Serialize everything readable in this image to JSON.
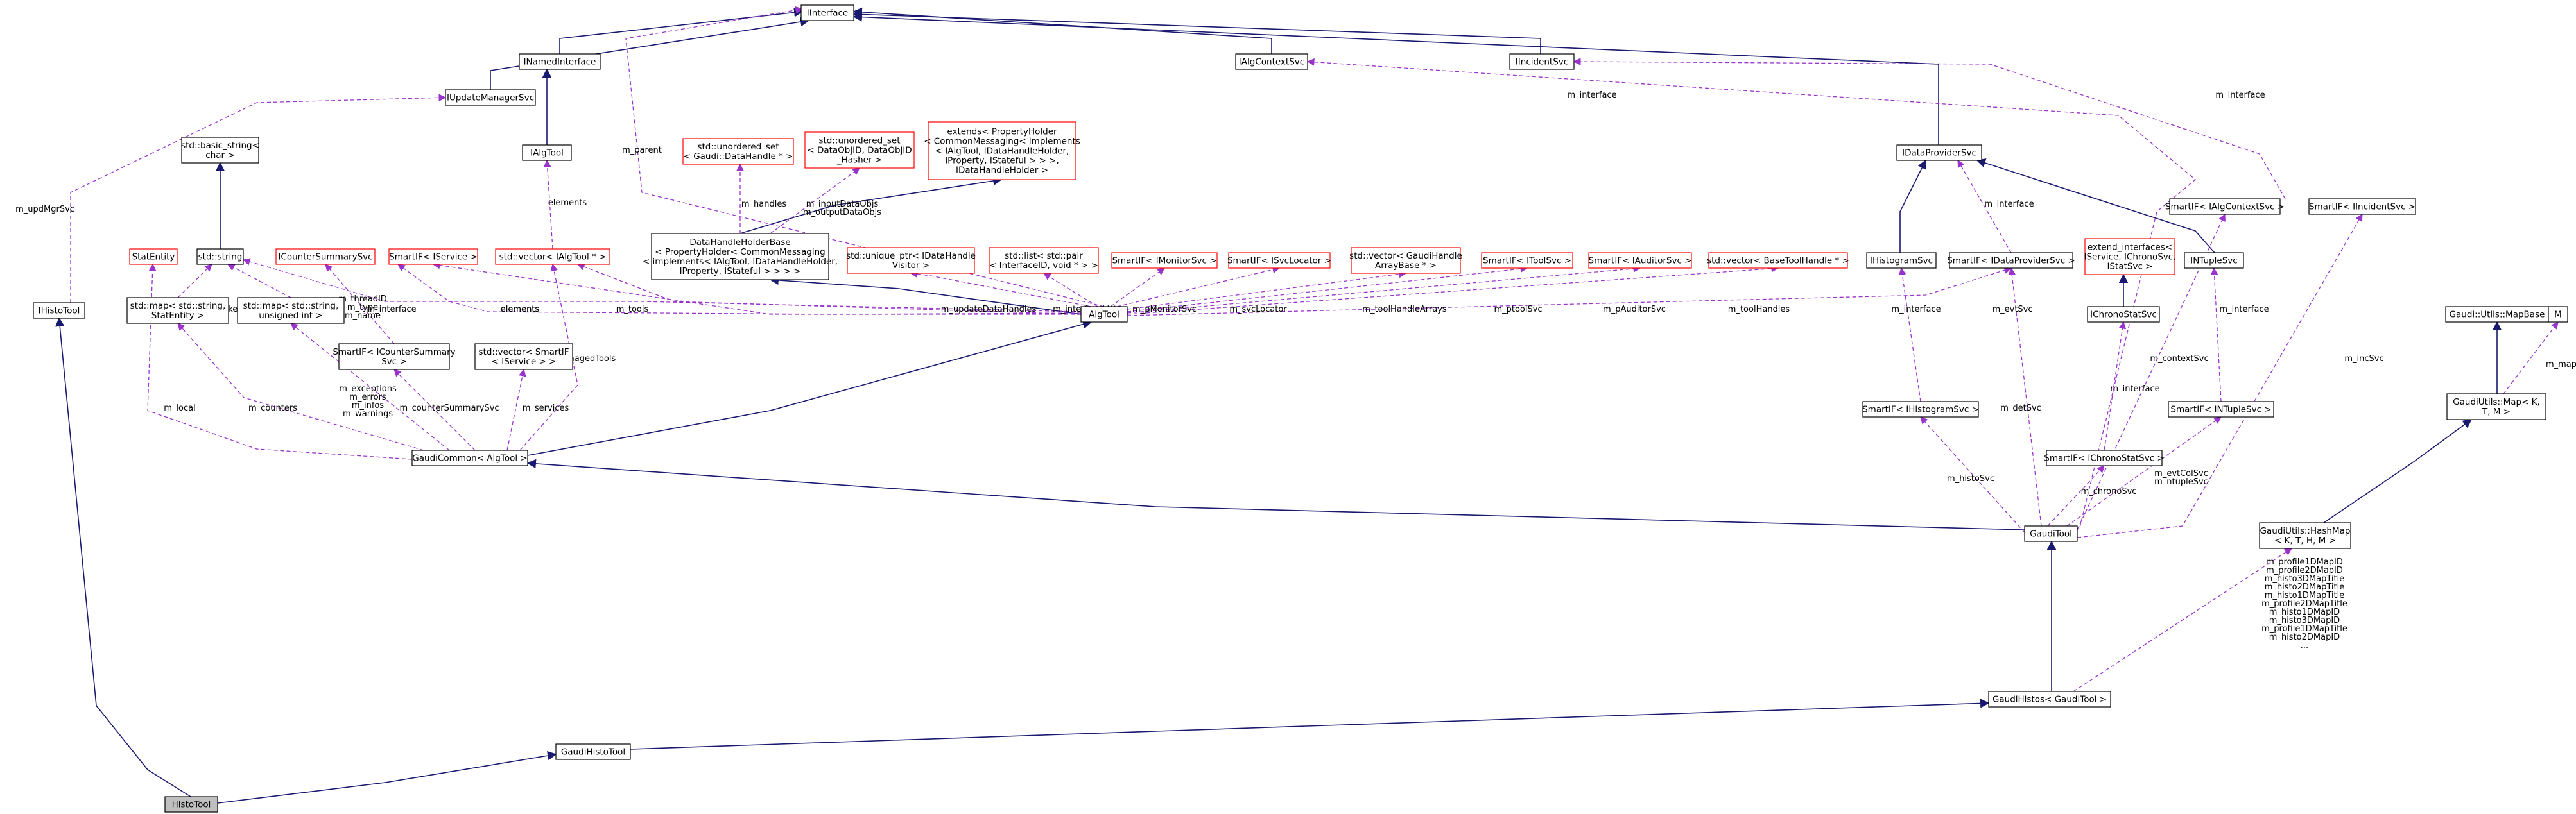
{
  "colors": {
    "inheritance": "#191970",
    "usage": "#9a32cd",
    "node_border_doc": "#000000",
    "node_border_undoc": "#ff0000",
    "highlight_fill": "#bfbfbf"
  },
  "nodes": [
    {
      "id": "IInterface",
      "lines": [
        "IInterface"
      ]
    },
    {
      "id": "INamedInterface",
      "lines": [
        "INamedInterface"
      ]
    },
    {
      "id": "IAlgContextSvc",
      "lines": [
        "IAlgContextSvc"
      ]
    },
    {
      "id": "IIncidentSvc",
      "lines": [
        "IIncidentSvc"
      ]
    },
    {
      "id": "IUpdateManagerSvc",
      "lines": [
        "IUpdateManagerSvc"
      ]
    },
    {
      "id": "IAlgTool",
      "lines": [
        "IAlgTool"
      ]
    },
    {
      "id": "basic_string",
      "lines": [
        "std::basic_string<",
        "char >"
      ]
    },
    {
      "id": "std_string",
      "lines": [
        "std::string"
      ]
    },
    {
      "id": "StatEntity",
      "lines": [
        "StatEntity"
      ]
    },
    {
      "id": "ICounterSummarySvc",
      "lines": [
        "ICounterSummarySvc"
      ]
    },
    {
      "id": "SmartIF_IService",
      "lines": [
        "SmartIF< IService >"
      ]
    },
    {
      "id": "vector_IAlgTool",
      "lines": [
        "std::vector< IAlgTool * >"
      ]
    },
    {
      "id": "unordered_set_handle",
      "lines": [
        "std::unordered_set",
        "< Gaudi::DataHandle * >"
      ]
    },
    {
      "id": "unordered_set_dataobj",
      "lines": [
        "std::unordered_set",
        "< DataObjID, DataObjID",
        "_Hasher >"
      ]
    },
    {
      "id": "extends_PropertyHolder",
      "lines": [
        "extends< PropertyHolder",
        "< CommonMessaging< implements",
        "< IAlgTool, IDataHandleHolder,",
        "IProperty, IStateful > > >,",
        "IDataHandleHolder >"
      ]
    },
    {
      "id": "DataHandleHolderBase",
      "lines": [
        "DataHandleHolderBase",
        "< PropertyHolder< CommonMessaging",
        "< implements< IAlgTool, IDataHandleHolder,",
        "IProperty, IStateful > > > >"
      ]
    },
    {
      "id": "IDataProviderSvc",
      "lines": [
        "IDataProviderSvc"
      ]
    },
    {
      "id": "SmartIF_IAlgContextSvc",
      "lines": [
        "SmartIF< IAlgContextSvc >"
      ]
    },
    {
      "id": "SmartIF_IIncidentSvc",
      "lines": [
        "SmartIF< IIncidentSvc >"
      ]
    },
    {
      "id": "IHistoTool",
      "lines": [
        "IHistoTool"
      ]
    },
    {
      "id": "map_StatEntity",
      "lines": [
        "std::map< std::string,",
        "StatEntity >"
      ]
    },
    {
      "id": "map_unsigned",
      "lines": [
        "std::map< std::string,",
        "unsigned int >"
      ]
    },
    {
      "id": "SmartIF_ICounterSummarySvc",
      "lines": [
        "SmartIF< ICounterSummary",
        "Svc >"
      ]
    },
    {
      "id": "vector_SmartIF_IService",
      "lines": [
        "std::vector< SmartIF",
        "< IService > >"
      ]
    },
    {
      "id": "unique_ptr_visitor",
      "lines": [
        "std::unique_ptr< IDataHandle",
        "Visitor >"
      ]
    },
    {
      "id": "list_pair",
      "lines": [
        "std::list< std::pair",
        "< InterfaceID, void * > >"
      ]
    },
    {
      "id": "SmartIF_IMonitorSvc",
      "lines": [
        "SmartIF< IMonitorSvc >"
      ]
    },
    {
      "id": "SmartIF_ISvcLocator",
      "lines": [
        "SmartIF< ISvcLocator >"
      ]
    },
    {
      "id": "vector_GaudiHandleArrayBase",
      "lines": [
        "std::vector< GaudiHandle",
        "ArrayBase * >"
      ]
    },
    {
      "id": "SmartIF_IToolSvc",
      "lines": [
        "SmartIF< IToolSvc >"
      ]
    },
    {
      "id": "SmartIF_IAuditorSvc",
      "lines": [
        "SmartIF< IAuditorSvc >"
      ]
    },
    {
      "id": "vector_BaseToolHandle",
      "lines": [
        "std::vector< BaseToolHandle * >"
      ]
    },
    {
      "id": "IHistogramSvc",
      "lines": [
        "IHistogramSvc"
      ]
    },
    {
      "id": "SmartIF_IDataProviderSvc",
      "lines": [
        "SmartIF< IDataProviderSvc >"
      ]
    },
    {
      "id": "extend_interfaces",
      "lines": [
        "extend_interfaces<",
        "IService, IChronoSvc,",
        "IStatSvc >"
      ]
    },
    {
      "id": "INTupleSvc",
      "lines": [
        "INTupleSvc"
      ]
    },
    {
      "id": "IChronoStatSvc",
      "lines": [
        "IChronoStatSvc"
      ]
    },
    {
      "id": "AlgTool",
      "lines": [
        "AlgTool"
      ]
    },
    {
      "id": "GaudiCommon",
      "lines": [
        "GaudiCommon< AlgTool >"
      ]
    },
    {
      "id": "SmartIF_IHistogramSvc",
      "lines": [
        "SmartIF< IHistogramSvc >"
      ]
    },
    {
      "id": "SmartIF_IChronoStatSvc",
      "lines": [
        "SmartIF< IChronoStatSvc >"
      ]
    },
    {
      "id": "SmartIF_INTupleSvc",
      "lines": [
        "SmartIF< INTupleSvc >"
      ]
    },
    {
      "id": "MapBase",
      "lines": [
        "Gaudi::Utils::MapBase"
      ]
    },
    {
      "id": "M",
      "lines": [
        "M"
      ]
    },
    {
      "id": "Map",
      "lines": [
        "GaudiUtils::Map< K,",
        "T, M >"
      ]
    },
    {
      "id": "GaudiTool",
      "lines": [
        "GaudiTool"
      ]
    },
    {
      "id": "HashMap",
      "lines": [
        "GaudiUtils::HashMap",
        "< K, T, H, M >"
      ]
    },
    {
      "id": "GaudiHistos",
      "lines": [
        "GaudiHistos< GaudiTool >"
      ]
    },
    {
      "id": "GaudiHistoTool",
      "lines": [
        "GaudiHistoTool"
      ]
    },
    {
      "id": "HistoTool",
      "lines": [
        "HistoTool"
      ]
    }
  ],
  "edges": [
    {
      "id": "e1",
      "kind": "inherit",
      "label": []
    },
    {
      "id": "e2",
      "kind": "inherit",
      "label": []
    },
    {
      "id": "e3",
      "kind": "inherit",
      "label": []
    },
    {
      "id": "e4",
      "kind": "inherit",
      "label": []
    },
    {
      "id": "e5",
      "kind": "inherit",
      "label": []
    },
    {
      "id": "e6",
      "kind": "inherit",
      "label": []
    },
    {
      "id": "e7",
      "kind": "inherit",
      "label": []
    },
    {
      "id": "e8",
      "kind": "inherit",
      "label": []
    },
    {
      "id": "e9",
      "kind": "inherit",
      "label": []
    },
    {
      "id": "e10",
      "kind": "inherit",
      "label": []
    },
    {
      "id": "e11",
      "kind": "inherit",
      "label": []
    },
    {
      "id": "e12",
      "kind": "inherit",
      "label": []
    },
    {
      "id": "e13",
      "kind": "inherit",
      "label": []
    },
    {
      "id": "e14",
      "kind": "inherit",
      "label": []
    },
    {
      "id": "e15",
      "kind": "inherit",
      "label": []
    },
    {
      "id": "e16",
      "kind": "inherit",
      "label": []
    },
    {
      "id": "e17",
      "kind": "inherit",
      "label": []
    },
    {
      "id": "e18",
      "kind": "inherit",
      "label": []
    },
    {
      "id": "e19",
      "kind": "inherit",
      "label": []
    },
    {
      "id": "e20",
      "kind": "inherit",
      "label": []
    },
    {
      "id": "u1",
      "kind": "use",
      "label": [
        "m_parent"
      ]
    },
    {
      "id": "u2",
      "kind": "use",
      "label": [
        "m_handles"
      ]
    },
    {
      "id": "u3",
      "kind": "use",
      "label": [
        "m_inputDataObjs",
        "m_outputDataObjs"
      ]
    },
    {
      "id": "u4",
      "kind": "use",
      "label": [
        "elements"
      ]
    },
    {
      "id": "u5",
      "kind": "use",
      "label": [
        "m_updMgrSvc"
      ]
    },
    {
      "id": "u6",
      "kind": "use",
      "label": [
        "m_threadID",
        "m_type",
        "m_name"
      ]
    },
    {
      "id": "u7",
      "kind": "use",
      "label": [
        "elements"
      ]
    },
    {
      "id": "u8",
      "kind": "use",
      "label": [
        "keys"
      ]
    },
    {
      "id": "u9",
      "kind": "use",
      "label": [
        "keys"
      ]
    },
    {
      "id": "u10",
      "kind": "use",
      "label": [
        "m_interface"
      ]
    },
    {
      "id": "u11",
      "kind": "use",
      "label": [
        "elements"
      ]
    },
    {
      "id": "u12",
      "kind": "use",
      "label": [
        "m_tools"
      ]
    },
    {
      "id": "u13",
      "kind": "use",
      "label": [
        "m_updateDataHandles"
      ]
    },
    {
      "id": "u14",
      "kind": "use",
      "label": [
        "m_interfaceList"
      ]
    },
    {
      "id": "u15",
      "kind": "use",
      "label": [
        "m_pMonitorSvc"
      ]
    },
    {
      "id": "u16",
      "kind": "use",
      "label": [
        "m_svcLocator"
      ]
    },
    {
      "id": "u17",
      "kind": "use",
      "label": [
        "m_toolHandleArrays"
      ]
    },
    {
      "id": "u18",
      "kind": "use",
      "label": [
        "m_ptoolSvc"
      ]
    },
    {
      "id": "u19",
      "kind": "use",
      "label": [
        "m_pAuditorSvc"
      ]
    },
    {
      "id": "u20",
      "kind": "use",
      "label": [
        "m_toolHandles"
      ]
    },
    {
      "id": "u21",
      "kind": "use",
      "label": [
        "m_evtSvc"
      ]
    },
    {
      "id": "u22",
      "kind": "use",
      "label": [
        "m_local"
      ]
    },
    {
      "id": "u23",
      "kind": "use",
      "label": [
        "m_counters"
      ]
    },
    {
      "id": "u24",
      "kind": "use",
      "label": [
        "m_exceptions",
        "m_errors",
        "m_infos",
        "m_warnings"
      ]
    },
    {
      "id": "u25",
      "kind": "use",
      "label": [
        "m_counterSummarySvc"
      ]
    },
    {
      "id": "u26",
      "kind": "use",
      "label": [
        "m_services"
      ]
    },
    {
      "id": "u27",
      "kind": "use",
      "label": [
        "m_managedTools"
      ]
    },
    {
      "id": "u28",
      "kind": "use",
      "label": [
        "m_interface"
      ]
    },
    {
      "id": "u29",
      "kind": "use",
      "label": [
        "m_interface"
      ]
    },
    {
      "id": "u30",
      "kind": "use",
      "label": [
        "m_interface"
      ]
    },
    {
      "id": "u31",
      "kind": "use",
      "label": [
        "m_interface"
      ]
    },
    {
      "id": "u32",
      "kind": "use",
      "label": [
        "m_interface"
      ]
    },
    {
      "id": "u33",
      "kind": "use",
      "label": [
        "m_interface"
      ]
    },
    {
      "id": "u34",
      "kind": "use",
      "label": [
        "m_contextSvc"
      ]
    },
    {
      "id": "u35",
      "kind": "use",
      "label": [
        "m_incSvc"
      ]
    },
    {
      "id": "u36",
      "kind": "use",
      "label": [
        "m_histoSvc"
      ]
    },
    {
      "id": "u37",
      "kind": "use",
      "label": [
        "m_detSvc"
      ]
    },
    {
      "id": "u38",
      "kind": "use",
      "label": [
        "m_chronoSvc"
      ]
    },
    {
      "id": "u39",
      "kind": "use",
      "label": [
        "m_evtColSvc",
        "m_ntupleSvc"
      ]
    },
    {
      "id": "u40",
      "kind": "use",
      "label": [
        "m_map"
      ]
    },
    {
      "id": "u41",
      "kind": "use",
      "label": [
        "m_profile1DMapID",
        "m_profile2DMapID",
        "m_histo3DMapTitle",
        "m_histo2DMapTitle",
        "m_histo1DMapTitle",
        "m_profile2DMapTitle",
        "m_histo1DMapID",
        "m_histo3DMapID",
        "m_profile1DMapTitle",
        "m_histo2DMapID",
        "..."
      ]
    }
  ]
}
